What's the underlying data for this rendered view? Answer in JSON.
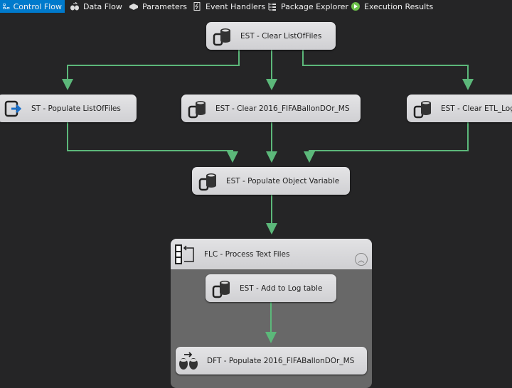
{
  "tabs": [
    {
      "label": "Control Flow",
      "icon": "control-flow-icon",
      "active": true
    },
    {
      "label": "Data Flow",
      "icon": "data-flow-icon"
    },
    {
      "label": "Parameters",
      "icon": "parameters-icon"
    },
    {
      "label": "Event Handlers",
      "icon": "event-handlers-icon"
    },
    {
      "label": "Package Explorer",
      "icon": "package-explorer-icon"
    },
    {
      "label": "Execution Results",
      "icon": "play-icon"
    }
  ],
  "tasks": {
    "clear_list": "EST - Clear ListOfFiles",
    "populate_list": "ST - Populate ListOfFiles",
    "clear_2016": "EST - Clear 2016_FIFABallonDOr_MS",
    "clear_etl": "EST - Clear ETL_Log",
    "populate_obj": "EST - Populate Object Variable",
    "container": "FLC - Process Text Files",
    "add_log": "EST - Add to Log table",
    "dft": "DFT - Populate 2016_FIFABallonDOr_MS"
  },
  "colors": {
    "accent": "#007acc",
    "precedence": "#5cb87a",
    "background": "#252526"
  }
}
